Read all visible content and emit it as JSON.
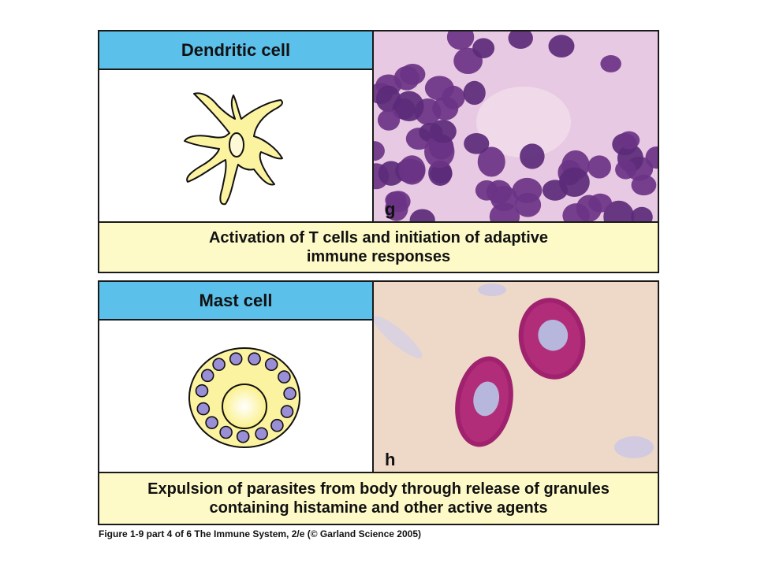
{
  "panels": [
    {
      "title": "Dendritic cell",
      "photo_label": "g",
      "caption_line1": "Activation of T cells and initiation of adaptive",
      "caption_line2": "immune responses"
    },
    {
      "title": "Mast cell",
      "photo_label": "h",
      "caption_line1": "Expulsion of parasites from body through release of granules",
      "caption_line2": "containing histamine and other active agents"
    }
  ],
  "footer": {
    "credit": "Figure 1-9 part 4 of 6  The Immune System, 2/e (© Garland Science 2005)"
  },
  "colors": {
    "title_bar": "#5bc0ea",
    "caption_bg": "#fdfac8",
    "cell_fill": "#fbf3a0"
  }
}
